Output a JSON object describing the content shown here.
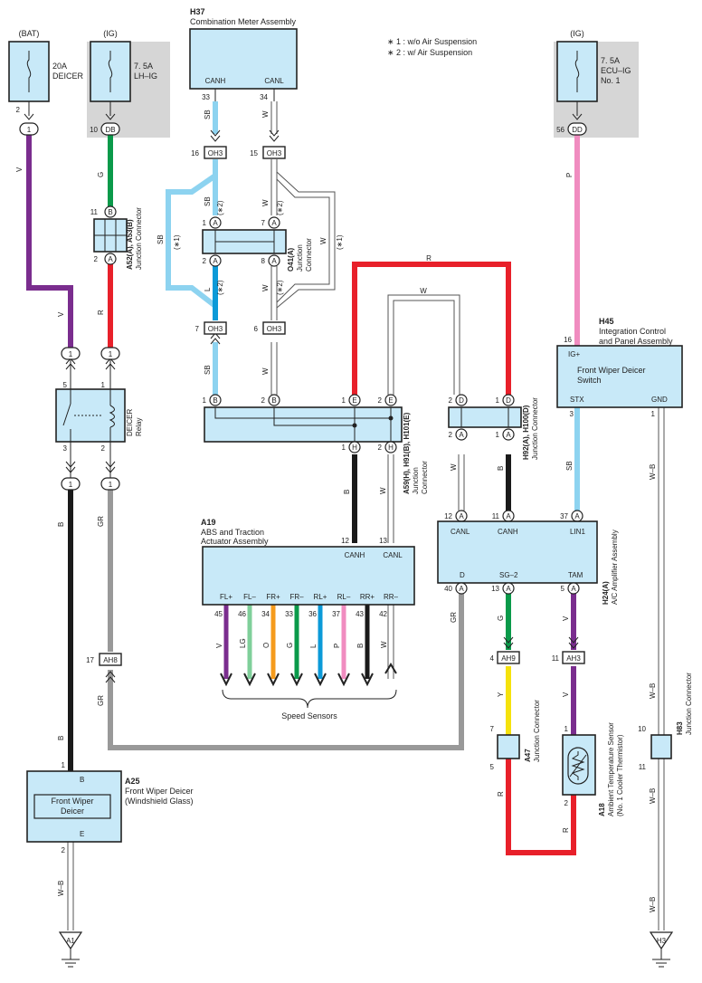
{
  "components": {
    "h37": {
      "code": "H37",
      "name": "Combination Meter Assembly",
      "pin_canh": "CANH",
      "pin_canl": "CANL",
      "num_canh": "33",
      "num_canl": "34"
    },
    "a19": {
      "code": "A19",
      "name1": "ABS and Traction",
      "name2": "Actuator Assembly",
      "pin_canh": "CANH",
      "pin_canl": "CANL",
      "num_canh": "12",
      "num_canl": "13",
      "sensor_pins": [
        "FL+",
        "FL–",
        "FR+",
        "FR–",
        "RL+",
        "RL–",
        "RR+",
        "RR–"
      ],
      "sensor_nums": [
        "45",
        "46",
        "34",
        "33",
        "36",
        "37",
        "43",
        "42"
      ],
      "sensor_colors": [
        "V",
        "LG",
        "O",
        "G",
        "L",
        "P",
        "B",
        "W"
      ],
      "speed_sensors": "Speed Sensors"
    },
    "h45": {
      "code": "H45",
      "name1": "Integration Control",
      "name2": "and Panel Assembly",
      "inner1": "Front Wiper Deicer",
      "inner2": "Switch",
      "pin_ig": "IG+",
      "pin_stx": "STX",
      "pin_gnd": "GND",
      "num_ig": "16",
      "num_stx": "3",
      "num_gnd": "1"
    },
    "h24": {
      "code": "H24(A)",
      "name": "A/C Amplifier Assembly",
      "pin_canl": "CANL",
      "pin_canh": "CANH",
      "pin_lin1": "LIN1",
      "pin_d": "D",
      "pin_sg2": "SG–2",
      "pin_tam": "TAM",
      "num_canl": "12",
      "num_canh": "11",
      "num_lin1": "37",
      "num_d": "40",
      "num_sg2": "13",
      "num_tam": "5",
      "conn_canl": "A",
      "conn_canh": "A",
      "conn_lin1": "A",
      "conn_d": "A",
      "conn_sg2": "A",
      "conn_tam": "A"
    },
    "a25": {
      "code": "A25",
      "name1": "Front Wiper Deicer",
      "name2": "(Windshield Glass)",
      "inner1": "Front Wiper",
      "inner2": "Deicer",
      "pin_b": "B",
      "pin_e": "E",
      "num_b": "1",
      "num_e": "2"
    },
    "a18": {
      "code": "A18",
      "name1": "Ambient Temperature Sensor",
      "name2": "(No. 1 Cooler Thermistor)",
      "num_top": "1",
      "num_bot": "2"
    },
    "relay": {
      "name1": "DEICER",
      "name2": "Relay",
      "num_5": "5",
      "num_1": "1",
      "num_3": "3",
      "num_2": "2"
    },
    "a52": {
      "code": "A52(A), A53(B)",
      "name": "Junction Connector",
      "num_top": "11",
      "num_bot": "2",
      "conn_top": "B",
      "conn_bot": "A"
    },
    "o41": {
      "code": "O41(A)",
      "name1": "Junction",
      "name2": "Connector",
      "num_1": "1",
      "num_2": "2",
      "num_7": "7",
      "num_8": "8",
      "conn": "A"
    },
    "a59": {
      "code": "A59(H), H91(B), H101(E)",
      "name1": "Junction",
      "name2": "Connector",
      "nums_top": [
        "1",
        "2",
        "1",
        "2"
      ],
      "conns_top": [
        "B",
        "B",
        "E",
        "E"
      ],
      "nums_bot": [
        "1",
        "2"
      ],
      "conns_bot": [
        "H",
        "H"
      ]
    },
    "h92": {
      "code": "H92(A), H100(D)",
      "name": "Junction Connector",
      "nums_top": [
        "2",
        "1"
      ],
      "conns_top": [
        "D",
        "D"
      ],
      "nums_bot": [
        "2",
        "1"
      ],
      "conns_bot": [
        "A",
        "A"
      ]
    },
    "a47": {
      "code": "A47",
      "name": "Junction Connector",
      "num_top": "7",
      "num_bot": "5"
    },
    "h83": {
      "code": "H83",
      "name": "Junction Connector",
      "num_top": "10",
      "num_bot": "11"
    }
  },
  "fuses": {
    "bat": {
      "source": "(BAT)",
      "rating": "20A",
      "name": "DEICER",
      "pin": "2",
      "conn": "1"
    },
    "ig1": {
      "source": "(IG)",
      "rating": "7. 5A",
      "name": "LH–IG",
      "pin": "10",
      "conn": "DB"
    },
    "ig2": {
      "source": "(IG)",
      "rating": "7. 5A",
      "name1": "ECU–IG",
      "name2": "No. 1",
      "pin": "56",
      "conn": "DD"
    }
  },
  "connectors": {
    "oh3": "OH3",
    "ah8": "AH8",
    "ah9": "AH9",
    "ah3": "AH3",
    "one": "1",
    "oh3_16": "16",
    "oh3_15": "15",
    "oh3_7": "7",
    "oh3_6": "6",
    "ah8_n": "17",
    "ah9_n": "4",
    "ah3_n": "11"
  },
  "wire_colors": {
    "v": "V",
    "g": "G",
    "r": "R",
    "b": "B",
    "gr": "GR",
    "sb": "SB",
    "w": "W",
    "l": "L",
    "p": "P",
    "y": "Y",
    "wb": "W–B"
  },
  "notes": {
    "n1": "∗ 1 : w/o Air Suspension",
    "n2": "∗ 2 : w/ Air Suspension",
    "s1": "(∗1)",
    "s2": "(∗2)"
  },
  "grounds": {
    "a1": "A1",
    "h3": "H3"
  },
  "palette": {
    "violet": "#7a2d8e",
    "green": "#0a9a4a",
    "red": "#e8202a",
    "black": "#1a1a1a",
    "gray": "#999999",
    "sky": "#8dd3f0",
    "blue": "#0b9ad8",
    "pink": "#f08cc0",
    "yellow": "#f5e20c",
    "orange": "#f59b1c",
    "lightgreen": "#7fcf9a",
    "box": "#c8e9f8"
  }
}
